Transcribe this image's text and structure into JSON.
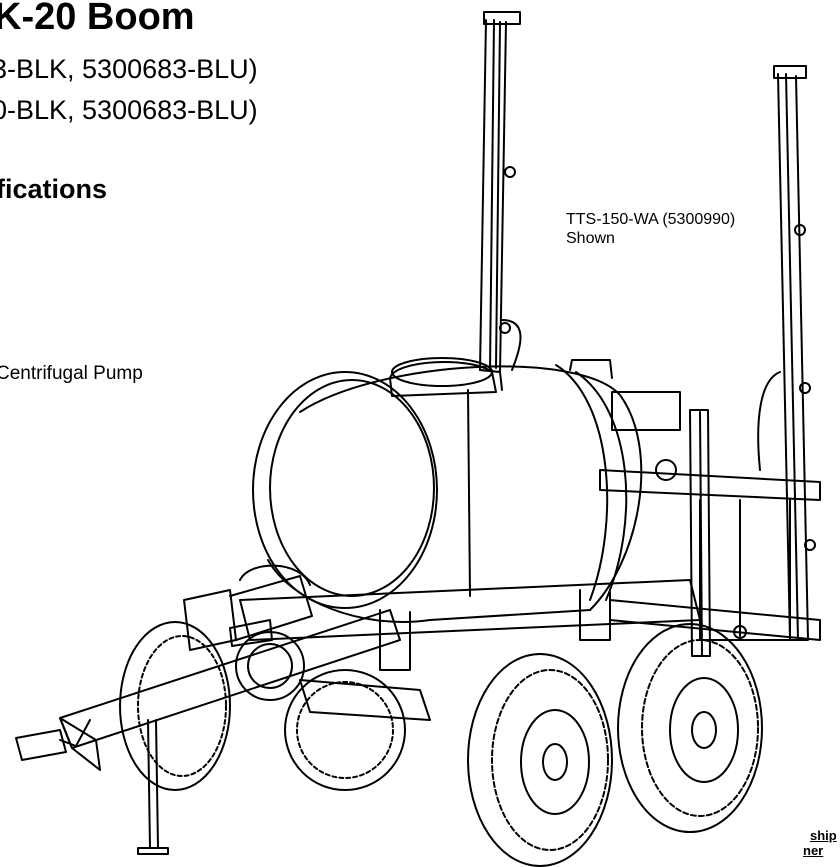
{
  "header": {
    "title": "K-20 Boom",
    "part_line_1": "3-BLK, 5300683-BLU)",
    "part_line_2": "0-BLK, 5300683-BLU)",
    "section_title": "fications"
  },
  "body": {
    "pump_text": "Centrifugal Pump"
  },
  "figure": {
    "note_line_1": "TTS-150-WA (5300990)",
    "note_line_2": "Shown"
  },
  "footer": {
    "line_1": "ship",
    "line_2": "ner"
  }
}
